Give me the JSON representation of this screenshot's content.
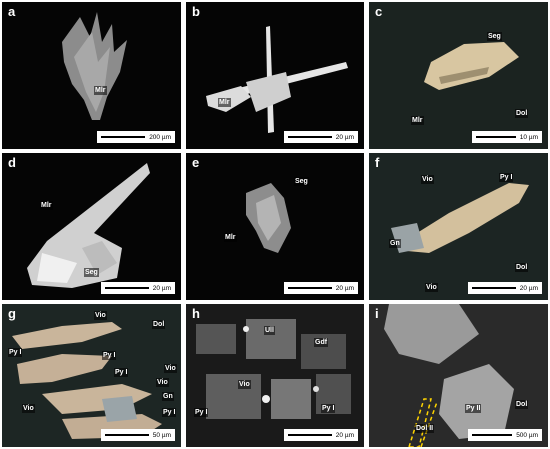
{
  "panels": [
    {
      "letter": "a",
      "scale": "200 µm",
      "labels": [
        "Mlr"
      ]
    },
    {
      "letter": "b",
      "scale": "20 µm",
      "labels": [
        "Mlr"
      ]
    },
    {
      "letter": "c",
      "scale": "10 µm",
      "labels": [
        "Seg",
        "Mlr",
        "Dol"
      ]
    },
    {
      "letter": "d",
      "scale": "20 µm",
      "labels": [
        "Mlr",
        "Seg"
      ]
    },
    {
      "letter": "e",
      "scale": "20 µm",
      "labels": [
        "Seg",
        "Mlr"
      ]
    },
    {
      "letter": "f",
      "scale": "20 µm",
      "labels": [
        "Vio",
        "Py I",
        "Gn",
        "Dol",
        "Vio"
      ]
    },
    {
      "letter": "g",
      "scale": "50 µm",
      "labels": [
        "Vio",
        "Dol",
        "Py I",
        "Py I",
        "Py I",
        "Vio",
        "Vio",
        "Gn",
        "Vio",
        "Py I"
      ]
    },
    {
      "letter": "h",
      "scale": "20 µm",
      "labels": [
        "Ull",
        "Gdf",
        "Vio",
        "Py I",
        "Py I"
      ]
    },
    {
      "letter": "i",
      "scale": "500 µm",
      "labels": [
        "Py II",
        "Dol",
        "Dol II"
      ]
    }
  ]
}
